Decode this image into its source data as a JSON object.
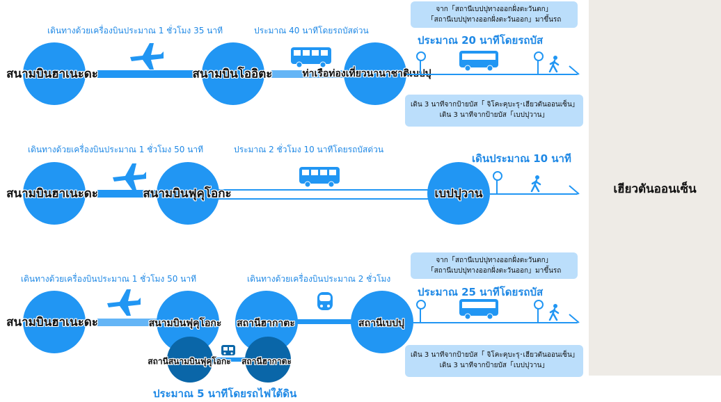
{
  "destination": "เฮียวตันออนเซ็น",
  "route1": {
    "node1": "สนามบินฮาเนะดะ",
    "node2": "สนามบินโออิตะ",
    "node3": "ท่าเรือท่องเที่ยวนานาชาติเบปปุ",
    "flight_caption": "เดินทางด้วยเครื่องบินประมาณ 1 ชั่วโมง 35 นาที",
    "bus_caption": "ประมาณ  40 นาทีโดยรถบัสด่วน",
    "last_caption": "ประมาณ 20 นาทีโดยรถบัส",
    "bubble_top_1": "จาก「สถานีเบปปุทางออกฝั่งตะวันตก」",
    "bubble_top_2": "「สถานีเบปปุทางออกฝั่งตะวันออก」มาขึ้นรถ",
    "bubble_bottom_1": "เดิน 3 นาทีจากป้ายบัส「 จิโคะคุบะรุ･เฮียวตันออนเซ็น」",
    "bubble_bottom_2": "เดิน 3 นาทีจากป้ายบัส「เบปปุวาน」"
  },
  "route2": {
    "node1": "สนามบินฮาเนะดะ",
    "node2": "สนามบินฟุคุโอกะ",
    "node3": "เบปปุวาน",
    "flight_caption": "เดินทางด้วยเครื่องบินประมาณ 1 ชั่วโมง 50 นาที",
    "bus_caption": "ประมาณ 2 ชั่วโมง 10 นาทีโดยรถบัสด่วน",
    "walk_caption": "เดินประมาณ 10 นาที"
  },
  "route3": {
    "node1": "สนามบินฮาเนะดะ",
    "node2": "สนามบินฟุคุโอกะ",
    "node3": "สถานีฮากาตะ",
    "node4": "สถานีเบปปุ",
    "sub1": "สถานีสนามบินฟุคุโอกะ",
    "sub2": "สถานีฮากาตะ",
    "flight_caption": "เดินทางด้วยเครื่องบินประมาณ 1 ชั่วโมง 50 นาที",
    "train_caption": "เดินทางด้วยเครื่องบินประมาณ 2 ชั่วโมง",
    "last_caption": "ประมาณ 25 นาทีโดยรถบัส",
    "subway_caption": "ประมาณ 5 นาทีโดยรถไฟใต้ดิน",
    "bubble_top_1": "จาก「สถานีเบปปุทางออกฝั่งตะวันตก」",
    "bubble_top_2": "「สถานีเบปปุทางออกฝั่งตะวันออก」มาขึ้นรถ",
    "bubble_bottom_1": "เดิน 3 นาทีจากป้ายบัส「 จิโคะคุบะรุ･เฮียวตันออนเซ็น」",
    "bubble_bottom_2": "เดิน 3 นาทีจากป้ายบัส「เบปปุวาน」"
  },
  "colors": {
    "primary": "#2196f3",
    "dark": "#0a66a8",
    "bubble": "#bbdefb",
    "sidebar": "#eeebe6"
  }
}
